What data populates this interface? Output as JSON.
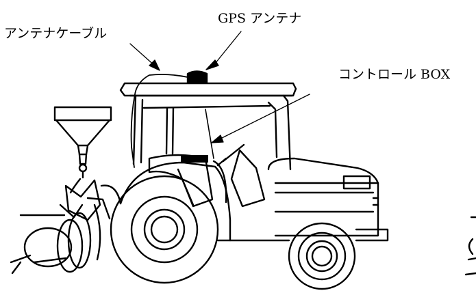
{
  "labels": {
    "gps_antenna": "GPS アンテナ",
    "antenna_cable": "アンテナケーブル",
    "control_box": "コントロール BOX"
  },
  "colors": {
    "line": "#000000",
    "background": "#ffffff"
  }
}
